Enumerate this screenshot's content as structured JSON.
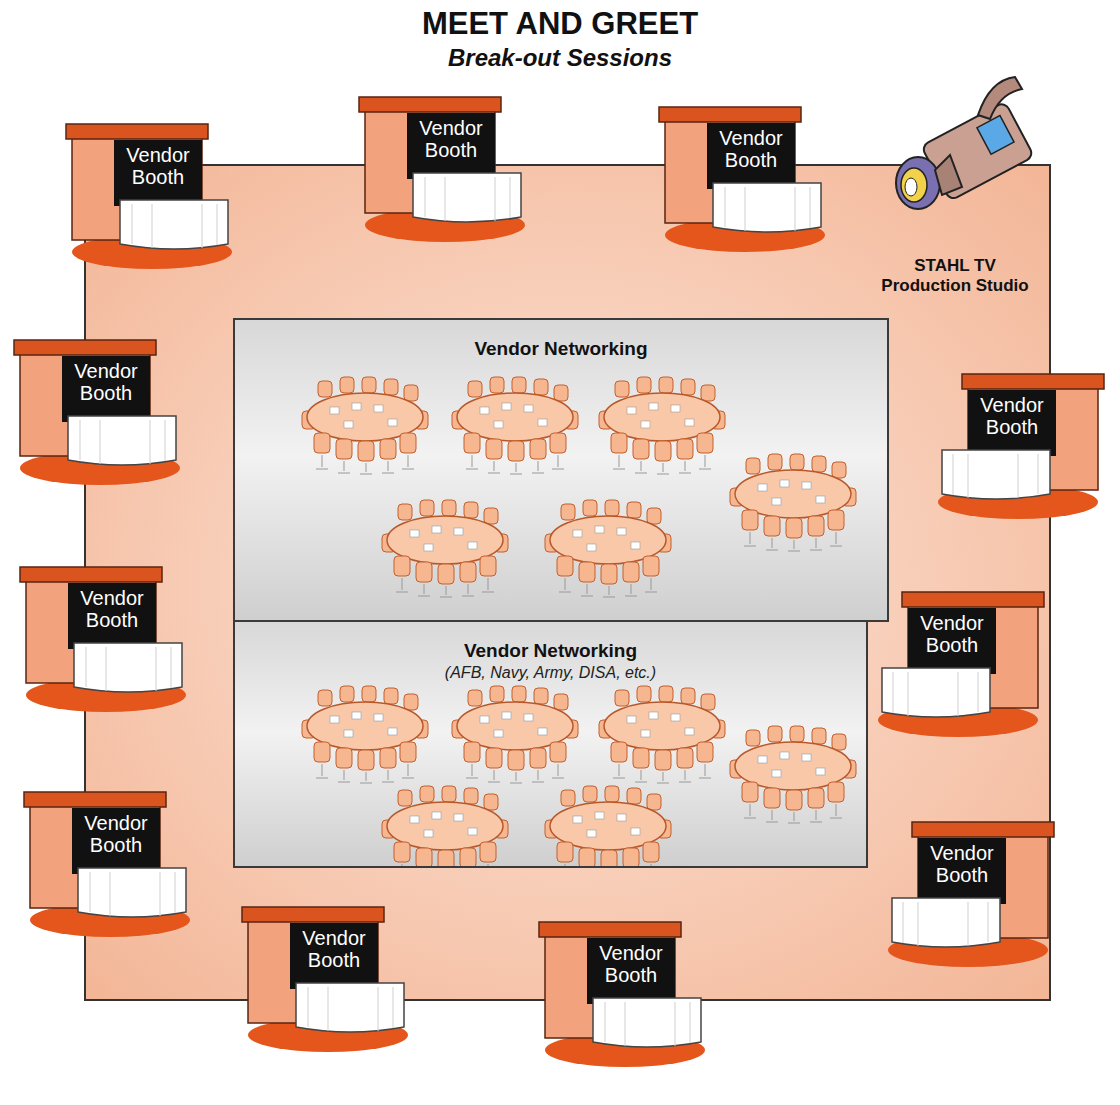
{
  "diagram": {
    "title": "MEET AND GREET",
    "nodes": [
      {
        "text": [
          "Vendor Booth"
        ]
      },
      {
        "text": [
          "Vendor Booth"
        ]
      },
      {
        "text": [
          "Vendor Booth"
        ]
      },
      {
        "text": [
          "STAHL TV Production Studio"
        ]
      },
      {
        "text": [
          "Vendor Booth"
        ]
      },
      {
        "text": [
          "Vendor Networking"
        ]
      },
      {
        "text": [
          "Vendor Booth"
        ]
      },
      {
        "text": [
          "Vendor Booth"
        ]
      },
      {
        "text": [
          "Vendor Networking",
          "(AFB, Navy, Army, DISA, etc.)"
        ]
      },
      {
        "text": [
          "Vendor Booth"
        ]
      },
      {
        "text": [
          "Vendor Booth"
        ]
      },
      {
        "text": [
          "Vendor Booth"
        ]
      },
      {
        "text": [
          "Vendor Booth"
        ]
      },
      {
        "text": [
          "Vendor Booth"
        ]
      }
    ],
    "labels": [
      "Break-out Sessions"
    ]
  }
}
